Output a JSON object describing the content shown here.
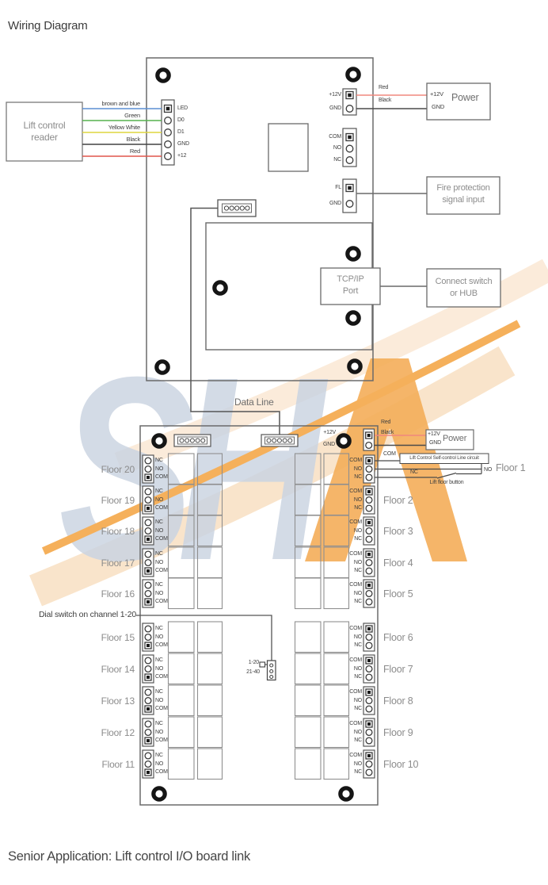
{
  "title": "Wiring Diagram",
  "footer": "Senior Application: Lift control I/O board link",
  "colors": {
    "wire_blue": "#5b8fd4",
    "wire_green": "#55b24e",
    "wire_yellow": "#ddd53f",
    "wire_black": "#424242",
    "wire_red": "#e0564b",
    "wire_power_red": "#f0887e",
    "line": "#6a6a6a",
    "watermark_letters": "#c6d0df",
    "watermark_orange": "#f4a84a",
    "watermark_pale": "#f9e2c6"
  },
  "upper_board": {
    "reader_box_lines": [
      "Lift control",
      "reader"
    ],
    "wires": [
      {
        "label": "brown and blue",
        "color_key": "wire_blue"
      },
      {
        "label": "Green",
        "color_key": "wire_green"
      },
      {
        "label": "Yellow White",
        "color_key": "wire_yellow"
      },
      {
        "label": "Black",
        "color_key": "wire_black"
      },
      {
        "label": "Red",
        "color_key": "wire_red"
      }
    ],
    "reader_terminals": [
      "LED",
      "D0",
      "D1",
      "GND",
      "+12"
    ],
    "power_block_labels": [
      "+12V",
      "GND"
    ],
    "power_wire_labels": [
      "Red",
      "Black"
    ],
    "power_box": {
      "pin_labels": [
        "+12V",
        "GND"
      ],
      "title": "Power"
    },
    "relay_block_labels": [
      "COM",
      "NO",
      "NC"
    ],
    "fire_block_labels": [
      "FL",
      "GND"
    ],
    "fire_box_lines": [
      "Fire protection",
      "signal input"
    ],
    "tcpip_box_lines": [
      "TCP/IP",
      "Port"
    ],
    "hub_box_lines": [
      "Connect switch",
      "or HUB"
    ],
    "data_line_label": "Data Line"
  },
  "lower_board": {
    "power_labels": [
      "+12V",
      "GND"
    ],
    "power_wire_labels": [
      "Red",
      "Black"
    ],
    "power_box": {
      "pin_labels": [
        "+12V",
        "GND"
      ],
      "title": "Power"
    },
    "self_control_label": "Lift Control Self-control Line circuit",
    "com_wire_label": "COM",
    "nc_wire_label": "NC",
    "no_wire_label": "NO",
    "lift_button_label": "Lift floor button",
    "floor1_label": "Floor 1",
    "left_terminal_labels": [
      "NC",
      "NO",
      "COM"
    ],
    "right_terminal_labels": [
      "COM",
      "NO",
      "NC"
    ],
    "left_floor_labels": [
      "Floor 20",
      "Floor 19",
      "Floor 18",
      "Floor 17",
      "Floor 16",
      "Floor 15",
      "Floor 14",
      "Floor 13",
      "Floor 12",
      "Floor 11"
    ],
    "right_floor_labels": [
      "Floor 2",
      "Floor 3",
      "Floor 4",
      "Floor 5",
      "Floor 6",
      "Floor 7",
      "Floor 8",
      "Floor 9",
      "Floor 10"
    ],
    "dial_switch_label": "Dial switch on channel 1-20",
    "jumper_top_label": "1-20",
    "jumper_bottom_label": "21-40"
  }
}
